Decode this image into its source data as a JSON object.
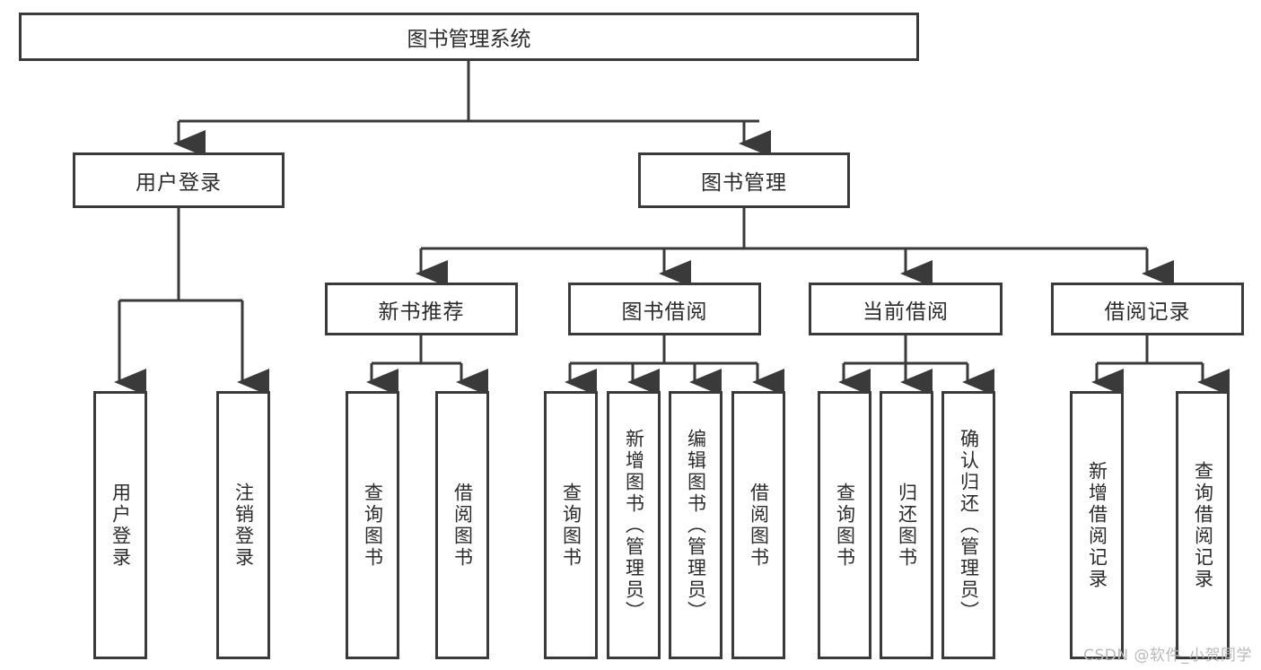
{
  "diagram": {
    "title": "图书管理系统",
    "type": "tree",
    "root": {
      "label": "图书管理系统",
      "children": [
        {
          "label": "用户登录",
          "children": [
            {
              "label": "用户登录"
            },
            {
              "label": "注销登录"
            }
          ]
        },
        {
          "label": "图书管理",
          "children": [
            {
              "label": "新书推荐",
              "children": [
                {
                  "label": "查询图书"
                },
                {
                  "label": "借阅图书"
                }
              ]
            },
            {
              "label": "图书借阅",
              "children": [
                {
                  "label": "查询图书"
                },
                {
                  "label": "新增图书（管理员）"
                },
                {
                  "label": "编辑图书（管理员）"
                },
                {
                  "label": "借阅图书"
                }
              ]
            },
            {
              "label": "当前借阅",
              "children": [
                {
                  "label": "查询图书"
                },
                {
                  "label": "归还图书"
                },
                {
                  "label": "确认归还（管理员）"
                }
              ]
            },
            {
              "label": "借阅记录",
              "children": [
                {
                  "label": "新增借阅记录"
                },
                {
                  "label": "查询借阅记录"
                }
              ]
            }
          ]
        }
      ]
    }
  },
  "nodes": {
    "root": "图书管理系统",
    "l2_user_login": "用户登录",
    "l2_book_mgmt": "图书管理",
    "l3_new_book": "新书推荐",
    "l3_book_borrow": "图书借阅",
    "l3_current_borrow": "当前借阅",
    "l3_borrow_record": "借阅记录"
  },
  "leaves": {
    "user_login": "用户登录",
    "logout": "注销登录",
    "nb_query_book": "查询图书",
    "nb_borrow_book": "借阅图书",
    "bb_query_book": "查询图书",
    "bb_add_book": "新增图书（管理员）",
    "bb_edit_book": "编辑图书（管理员）",
    "bb_borrow_book": "借阅图书",
    "cb_query_book": "查询图书",
    "cb_return_book": "归还图书",
    "cb_confirm_return": "确认归还（管理员）",
    "br_add_record": "新增借阅记录",
    "br_query_record": "查询借阅记录"
  },
  "watermark": {
    "text": "CSDN @软件_小贺同学"
  },
  "colors": {
    "stroke": "#3a3a3a",
    "text": "#2b2b2b",
    "background": "#ffffff",
    "watermark": "#b9b9b9"
  }
}
